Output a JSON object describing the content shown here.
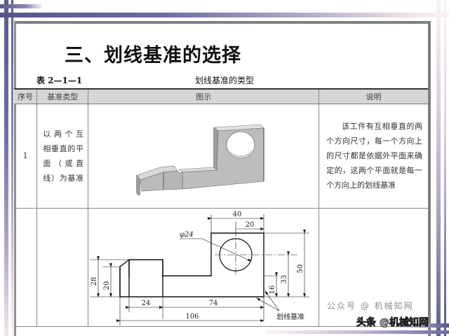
{
  "slide": {
    "title": "三、划线基准的选择"
  },
  "table": {
    "caption_number": "表 2—1—1",
    "caption_title": "划线基准的类型",
    "headers": [
      "序号",
      "基准类型",
      "图示",
      "说明"
    ],
    "rows": [
      {
        "no": "1",
        "type": "以两个互相垂直的平面（或直线）为基准",
        "type_lines": [
          "以两个互",
          "相垂直的平",
          "面（或直",
          "线）为基准"
        ],
        "figure": "isometric-part-view",
        "description": "该工件有互相垂直的两个方向尺寸，每一个方向上的尺寸都是依据外平面来确定的，这两个平面就是每一个方向上的划线基准"
      },
      {
        "no": "",
        "type": "",
        "figure": "dimensioned-drawing",
        "description": ""
      }
    ]
  },
  "drawing": {
    "dimensions": {
      "top_width": "40",
      "hole_offset_x": "20",
      "hole_diameter": "φ24",
      "total_height_right": "50",
      "hole_center_height": "33",
      "step_height": "16",
      "left_height": "28",
      "chamfer_height": "20",
      "left_block_width": "24",
      "middle_width": "74",
      "total_width": "106"
    },
    "datum_label": "划线基准"
  },
  "watermarks": {
    "wechat": "公众号 @ 机械知网",
    "toutiao": "头条 @机械知网"
  },
  "colors": {
    "frame_purple": "#5a5a8e",
    "table_header_bg": "#d6d6d6",
    "part_gray": "#bdbdbd"
  }
}
